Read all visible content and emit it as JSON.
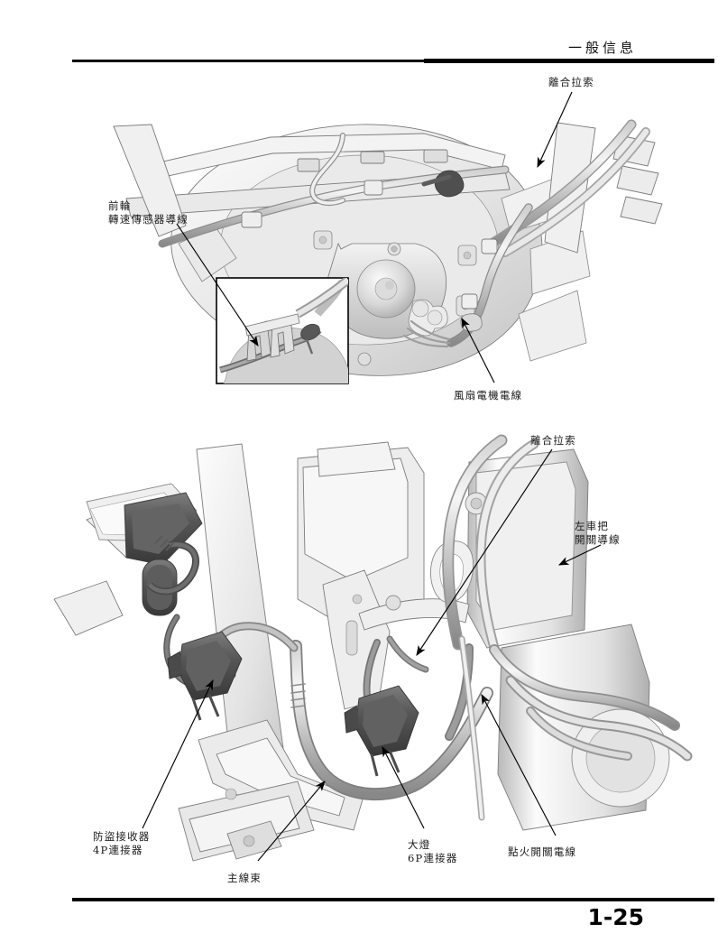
{
  "header": {
    "title": "一般信息"
  },
  "footer": {
    "page_number": "1-25"
  },
  "figures": [
    {
      "id": "figure-1",
      "name": "front-wheel-speed-sensor-and-fan-motor-routing",
      "has_inset_detail": true,
      "callouts": [
        {
          "id": "clutch-cable-top",
          "lines": [
            "離合拉索"
          ]
        },
        {
          "id": "front-wheel-sensor",
          "lines": [
            "前輪",
            "轉速傳感器導線"
          ]
        },
        {
          "id": "fan-motor-wire",
          "lines": [
            "風扇電機電線"
          ]
        }
      ]
    },
    {
      "id": "figure-2",
      "name": "harness-and-connector-routing",
      "has_inset_detail": false,
      "callouts": [
        {
          "id": "clutch-cable-lower",
          "lines": [
            "離合拉索"
          ]
        },
        {
          "id": "left-handlebar",
          "lines": [
            "左車把",
            "開關導線"
          ]
        },
        {
          "id": "antitheft",
          "lines": [
            "防盜接收器",
            "4P連接器"
          ]
        },
        {
          "id": "main-harness",
          "lines": [
            "主線束"
          ]
        },
        {
          "id": "headlight",
          "lines": [
            "大燈",
            "6P連接器"
          ]
        },
        {
          "id": "ignition-switch",
          "lines": [
            "點火開關電線"
          ]
        }
      ]
    }
  ],
  "colors": {
    "rule": "#000000",
    "text": "#1a1a1a",
    "line_art_stroke": "#5a5a5a",
    "line_art_light": "#e8e8e8",
    "line_art_mid": "#c9c9c9",
    "line_art_dark": "#6d6d6d",
    "connector_dark": "#4a4a4a",
    "leader_line": "#000000"
  }
}
